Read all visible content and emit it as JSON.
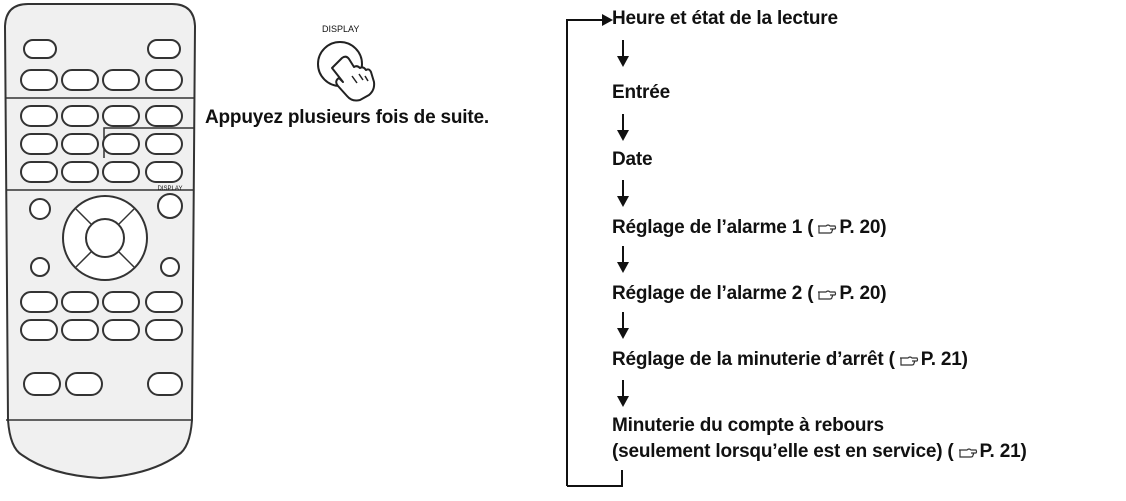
{
  "display_button": {
    "label": "DISPLAY"
  },
  "remote": {
    "display_label": "DISPLAY"
  },
  "instruction": "Appuyez plusieurs fois de suite.",
  "icons": {
    "reference": "hand-pointing-icon",
    "press": "finger-press-icon"
  },
  "steps": [
    {
      "text": "Heure et état de la lecture",
      "ref": ""
    },
    {
      "text": "Entrée",
      "ref": ""
    },
    {
      "text": "Date",
      "ref": ""
    },
    {
      "text": "Réglage de l’alarme 1 (",
      "ref": "P. 20)"
    },
    {
      "text": "Réglage de l’alarme 2 (",
      "ref": "P. 20)"
    },
    {
      "text": "Réglage de la minuterie d’arrêt (",
      "ref": "P. 21)"
    },
    {
      "text": "Minuterie du compte à rebours",
      "ref": ""
    },
    {
      "text": "(seulement lorsqu’elle est en service) (",
      "ref": "P. 21)"
    }
  ]
}
